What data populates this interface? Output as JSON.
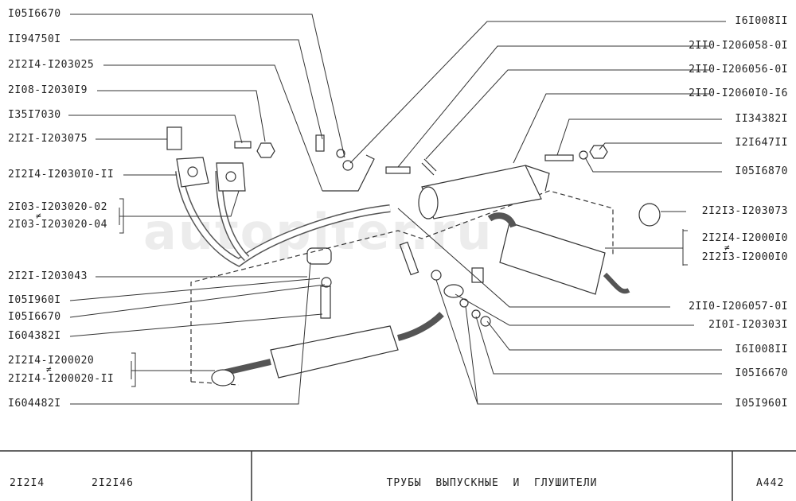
{
  "watermark": "autopiter.ru",
  "left_labels": [
    "I05I6670",
    "II94750I",
    "2I2I4-I203025",
    "2I08-I2030I9",
    "I35I7030",
    "2I2I-I203075",
    "2I2I4-I2030I0-II",
    "2I03-I203020-02",
    "2I03-I203020-04",
    "2I2I-I203043",
    "I05I960I",
    "I05I6670",
    "I604382I",
    "2I2I4-I200020",
    "2I2I4-I200020-II",
    "I604482I"
  ],
  "right_labels": [
    "I6I008II",
    "2II0-I206058-0I",
    "2II0-I206056-0I",
    "2II0-I2060I0-I6",
    "II34382I",
    "I2I647II",
    "I05I6870",
    "2I2I3-I203073",
    "2I2I4-I2000I0",
    "2I2I3-I2000I0",
    "2II0-I206057-0I",
    "2I0I-I20303I",
    "I6I008II",
    "I05I6670",
    "I05I960I"
  ],
  "not_equal_symbol": "≠",
  "footer": {
    "model_1": "2I2I4",
    "model_2": "2I2I46",
    "title": "ТРУБЫ  ВЫПУСКНЫЕ  И  ГЛУШИТЕЛИ",
    "code": "A442"
  }
}
